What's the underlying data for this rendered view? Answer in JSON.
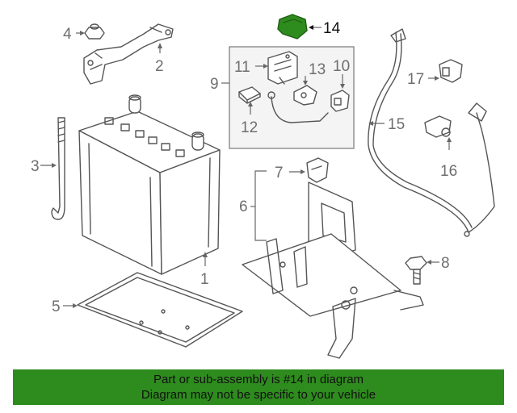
{
  "diagram": {
    "labels": {
      "p1": "1",
      "p2": "2",
      "p3": "3",
      "p4": "4",
      "p5": "5",
      "p6": "6",
      "p7": "7",
      "p8": "8",
      "p9": "9",
      "p10": "10",
      "p11": "11",
      "p12": "12",
      "p13": "13",
      "p14": "14",
      "p15": "15",
      "p16": "16",
      "p17": "17"
    },
    "highlight_part": "14"
  },
  "colors": {
    "highlight": "#2e8b1e",
    "banner_bg": "#2e8b1e",
    "line_art": "#555555"
  },
  "banner": {
    "line1": "Part or sub-assembly is #14 in diagram",
    "line2": "Diagram may not be specific to your vehicle"
  }
}
